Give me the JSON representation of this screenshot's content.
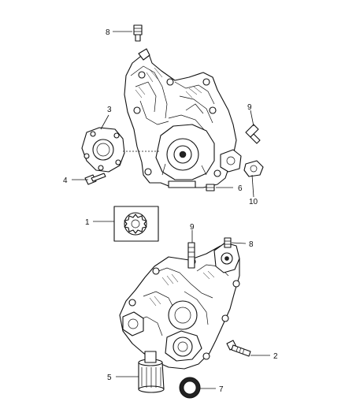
{
  "callouts": {
    "c1": "1",
    "c2": "2",
    "c3": "3",
    "c4": "4",
    "c5": "5",
    "c6": "6",
    "c7": "7",
    "c8a": "8",
    "c8b": "8",
    "c9a": "9",
    "c9b": "9",
    "c10": "10"
  }
}
